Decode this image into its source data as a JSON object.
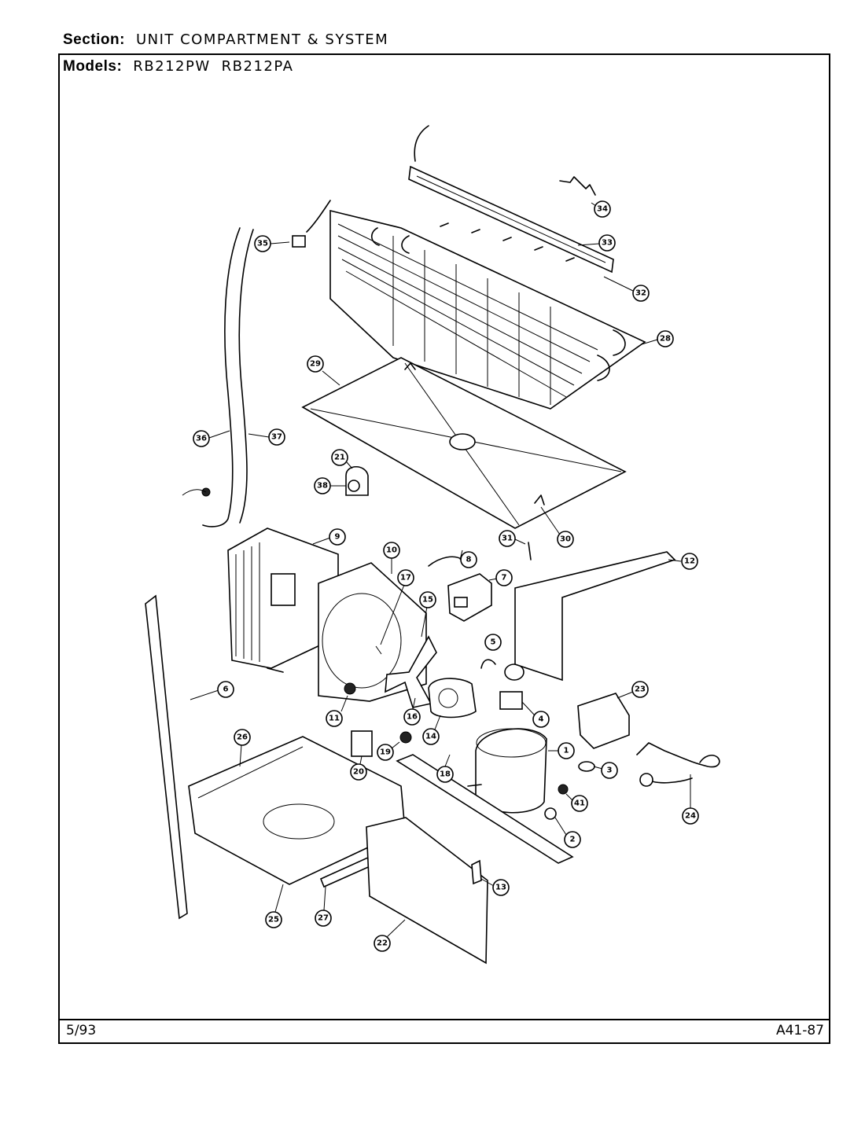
{
  "header": {
    "section_label": "Section:",
    "section_value": "UNIT COMPARTMENT & SYSTEM",
    "models_label": "Models:",
    "models": [
      "RB212PW",
      "RB212PA"
    ]
  },
  "footer": {
    "date": "5/93",
    "code": "A41-87"
  },
  "callouts": [
    "1",
    "2",
    "3",
    "4",
    "5",
    "6",
    "7",
    "8",
    "9",
    "10",
    "11",
    "12",
    "13",
    "14",
    "15",
    "16",
    "17",
    "18",
    "19",
    "20",
    "21",
    "22",
    "23",
    "24",
    "25",
    "26",
    "27",
    "28",
    "29",
    "30",
    "31",
    "32",
    "33",
    "34",
    "35",
    "36",
    "37",
    "38",
    "41"
  ]
}
